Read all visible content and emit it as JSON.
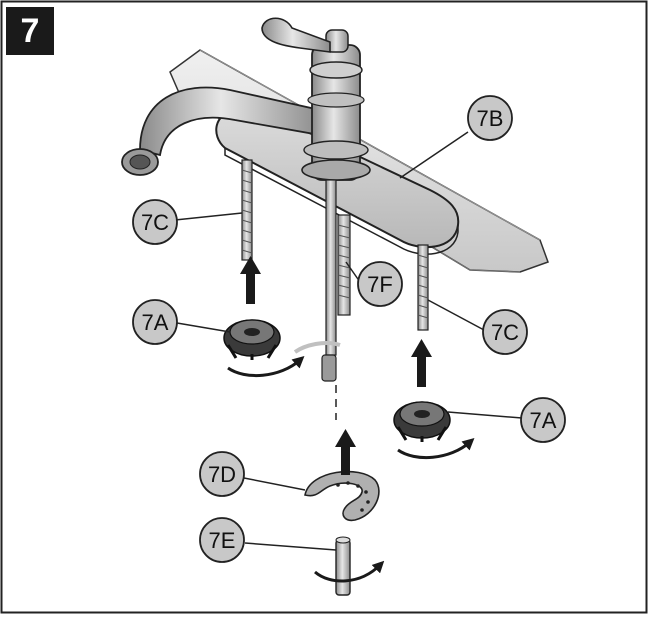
{
  "step": {
    "number": "7"
  },
  "callouts": {
    "c7b": "7B",
    "c7c_left": "7C",
    "c7c_right": "7C",
    "c7a_left": "7A",
    "c7a_right": "7A",
    "c7f": "7F",
    "c7d": "7D",
    "c7e": "7E"
  },
  "colors": {
    "callout_fill": "#c8c8c8",
    "metal_light": "#d9d9d9",
    "metal_mid": "#a8a8a8",
    "metal_dark": "#555555",
    "arrow": "#1a1a1a",
    "outline": "#222222"
  }
}
